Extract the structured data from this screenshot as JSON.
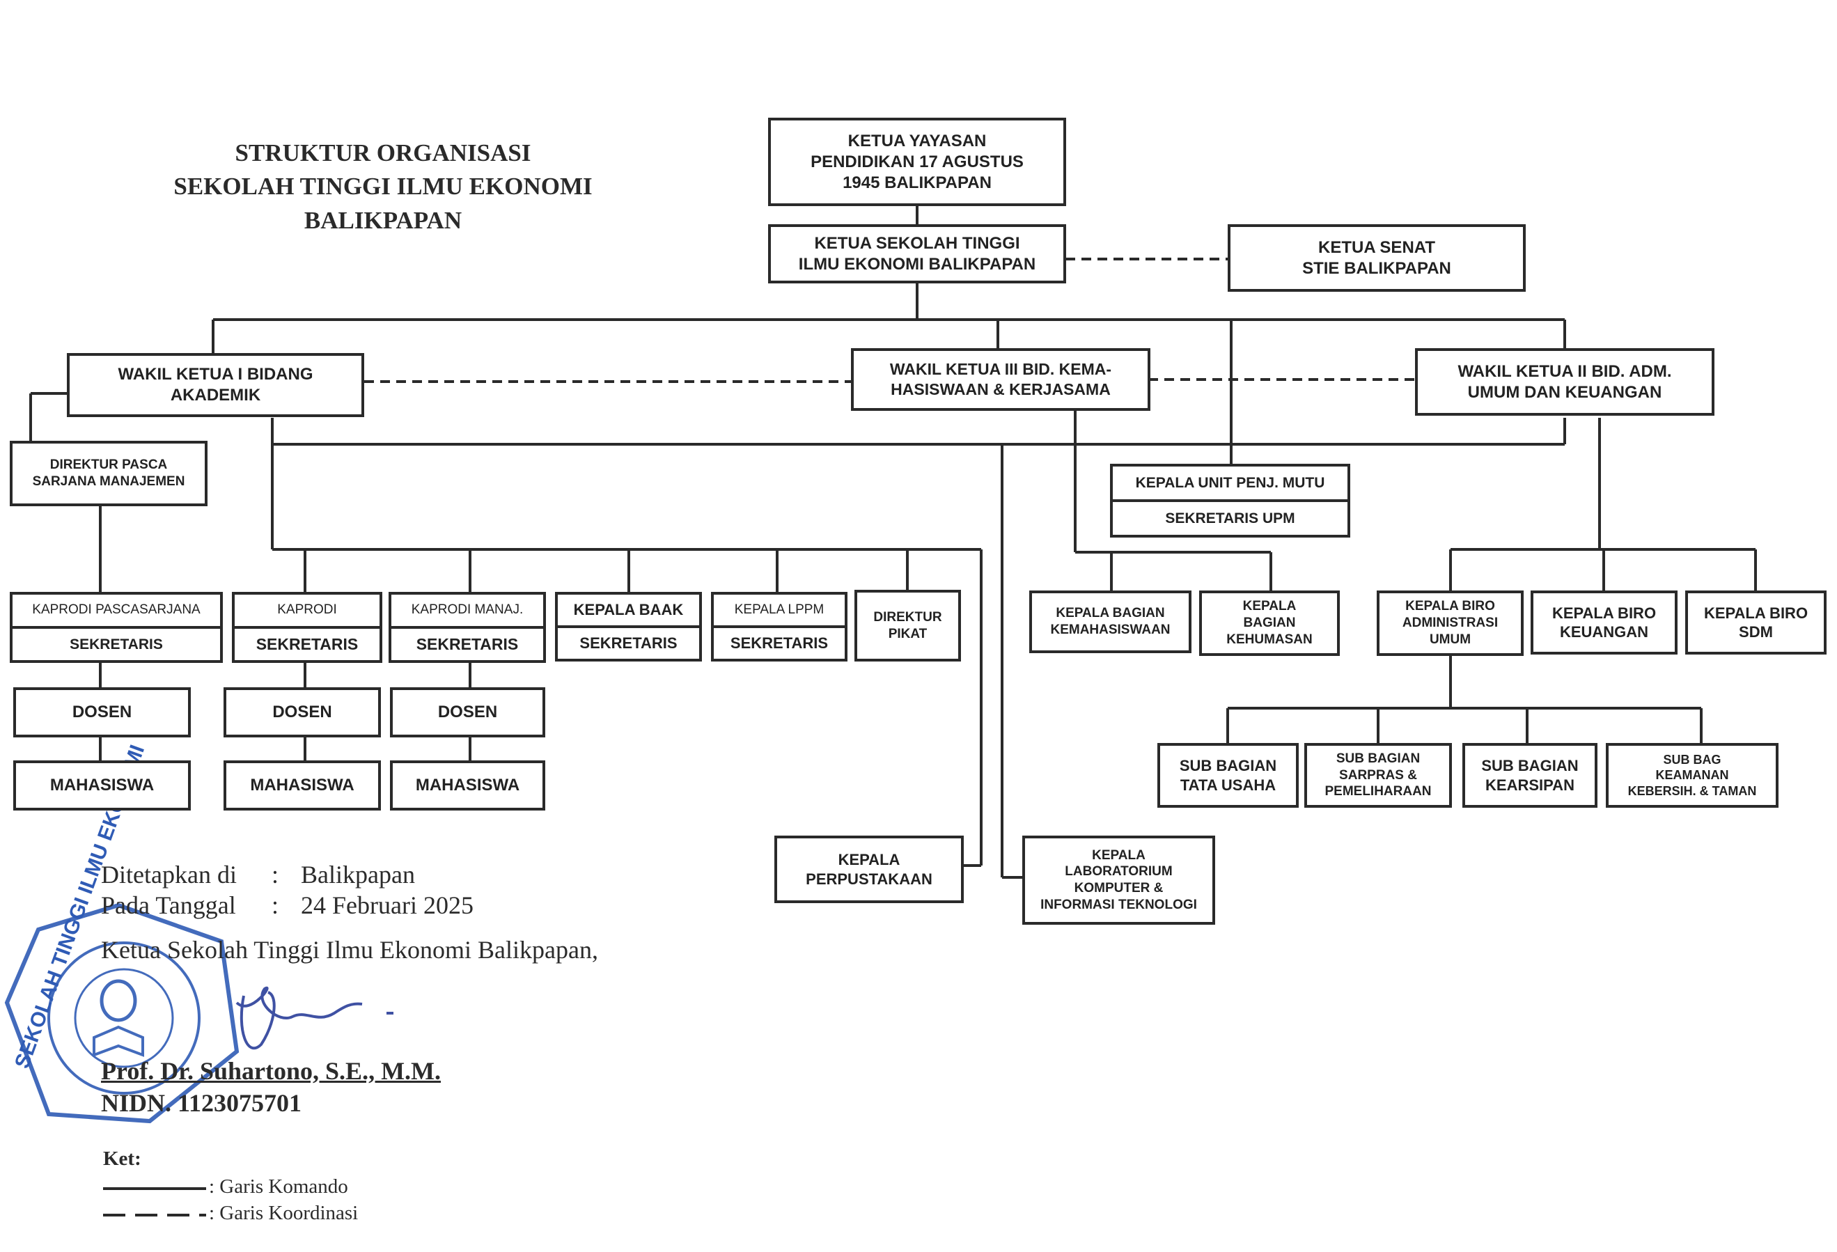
{
  "title": {
    "line1": "STRUKTUR ORGANISASI",
    "line2": "SEKOLAH TINGGI ILMU EKONOMI",
    "line3": "BALIKPAPAN"
  },
  "org": {
    "ketua_yayasan": "KETUA YAYASAN\nPENDIDIKAN 17 AGUSTUS\n1945 BALIKPAPAN",
    "ketua_stie": "KETUA SEKOLAH TINGGI\nILMU EKONOMI BALIKPAPAN",
    "ketua_senat": "KETUA SENAT\nSTIE BALIKPAPAN",
    "wakil_1": "WAKIL KETUA I BIDANG\nAKADEMIK",
    "wakil_3": "WAKIL KETUA III BID. KEMA-\nHASISWAAN & KERJASAMA",
    "wakil_2": "WAKIL KETUA II BID. ADM.\nUMUM DAN KEUANGAN",
    "direktur_pasca": "DIREKTUR PASCA\nSARJANA MANAJEMEN",
    "unit_mutu": {
      "top": "KEPALA UNIT PENJ. MUTU",
      "bottom": "SEKRETARIS UPM"
    },
    "kaprodi_pasca": {
      "top": "KAPRODI PASCASARJANA",
      "bottom": "SEKRETARIS"
    },
    "kaprodi": {
      "top": "KAPRODI",
      "bottom": "SEKRETARIS"
    },
    "kaprodi_manaj": {
      "top": "KAPRODI MANAJ.",
      "bottom": "SEKRETARIS"
    },
    "kepala_baak": {
      "top": "KEPALA BAAK",
      "bottom": "SEKRETARIS"
    },
    "kepala_lppm": {
      "top": "KEPALA LPPM",
      "bottom": "SEKRETARIS"
    },
    "direktur_pikat": "DIREKTUR\nPIKAT",
    "dosen": "DOSEN",
    "mahasiswa": "MAHASISWA",
    "kemahasiswaan": "KEPALA BAGIAN\nKEMAHASISWAAN",
    "kehumasan": "KEPALA\nBAGIAN\nKEHUMASAN",
    "biro_adm": "KEPALA BIRO\nADMINISTRASI\nUMUM",
    "biro_keu": "KEPALA BIRO\nKEUANGAN",
    "biro_sdm": "KEPALA BIRO\nSDM",
    "sub_tu": "SUB BAGIAN\nTATA USAHA",
    "sub_sarpras": "SUB BAGIAN\nSARPRAS &\nPEMELIHARAAN",
    "sub_arsip": "SUB BAGIAN\nKEARSIPAN",
    "sub_keamanan": "SUB BAG\nKEAMANAN\nKEBERSIH. & TAMAN",
    "perpustakaan": "KEPALA\nPERPUSTAKAAN",
    "laboratorium": "KEPALA\nLABORATORIUM\nKOMPUTER &\nINFORMASI TEKNOLOGI"
  },
  "signature": {
    "ditetapkan_label": "Ditetapkan di",
    "ditetapkan_value": "Balikpapan",
    "tanggal_label": "Pada Tanggal",
    "tanggal_value": "24  Februari  2025",
    "colon": ":",
    "role": "Ketua Sekolah Tinggi Ilmu Ekonomi Balikpapan,",
    "name": "Prof. Dr. Suhartono, S.E., M.M.",
    "nidn": "NIDN. 1123075701"
  },
  "stamp_text": "SEKOLAH TINGGI ILMU EKONOMI BALIKPAPAN",
  "legend": {
    "title": "Ket:",
    "komando": ": Garis Komando",
    "koordinasi": ": Garis Koordinasi"
  },
  "colors": {
    "ink": "#2a2a2a",
    "stamp": "#2f5bb5"
  }
}
